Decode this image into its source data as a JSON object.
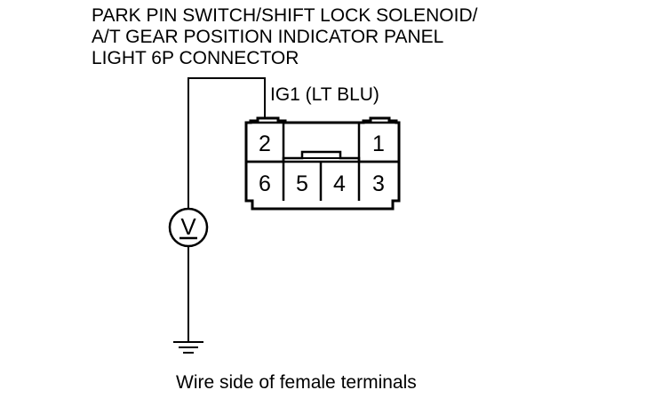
{
  "title_lines": [
    "PARK PIN SWITCH/SHIFT LOCK SOLENOID/",
    "A/T GEAR POSITION INDICATOR PANEL",
    "LIGHT 6P CONNECTOR"
  ],
  "wire_label": "IG1 (LT BLU)",
  "pins": {
    "p1": "1",
    "p2": "2",
    "p3": "3",
    "p4": "4",
    "p5": "5",
    "p6": "6"
  },
  "meter_symbol": "V",
  "caption": "Wire side of female terminals",
  "icons": {
    "meter": "voltmeter-icon",
    "ground": "ground-icon"
  },
  "colors": {
    "ink": "#000000",
    "background": "#ffffff"
  }
}
